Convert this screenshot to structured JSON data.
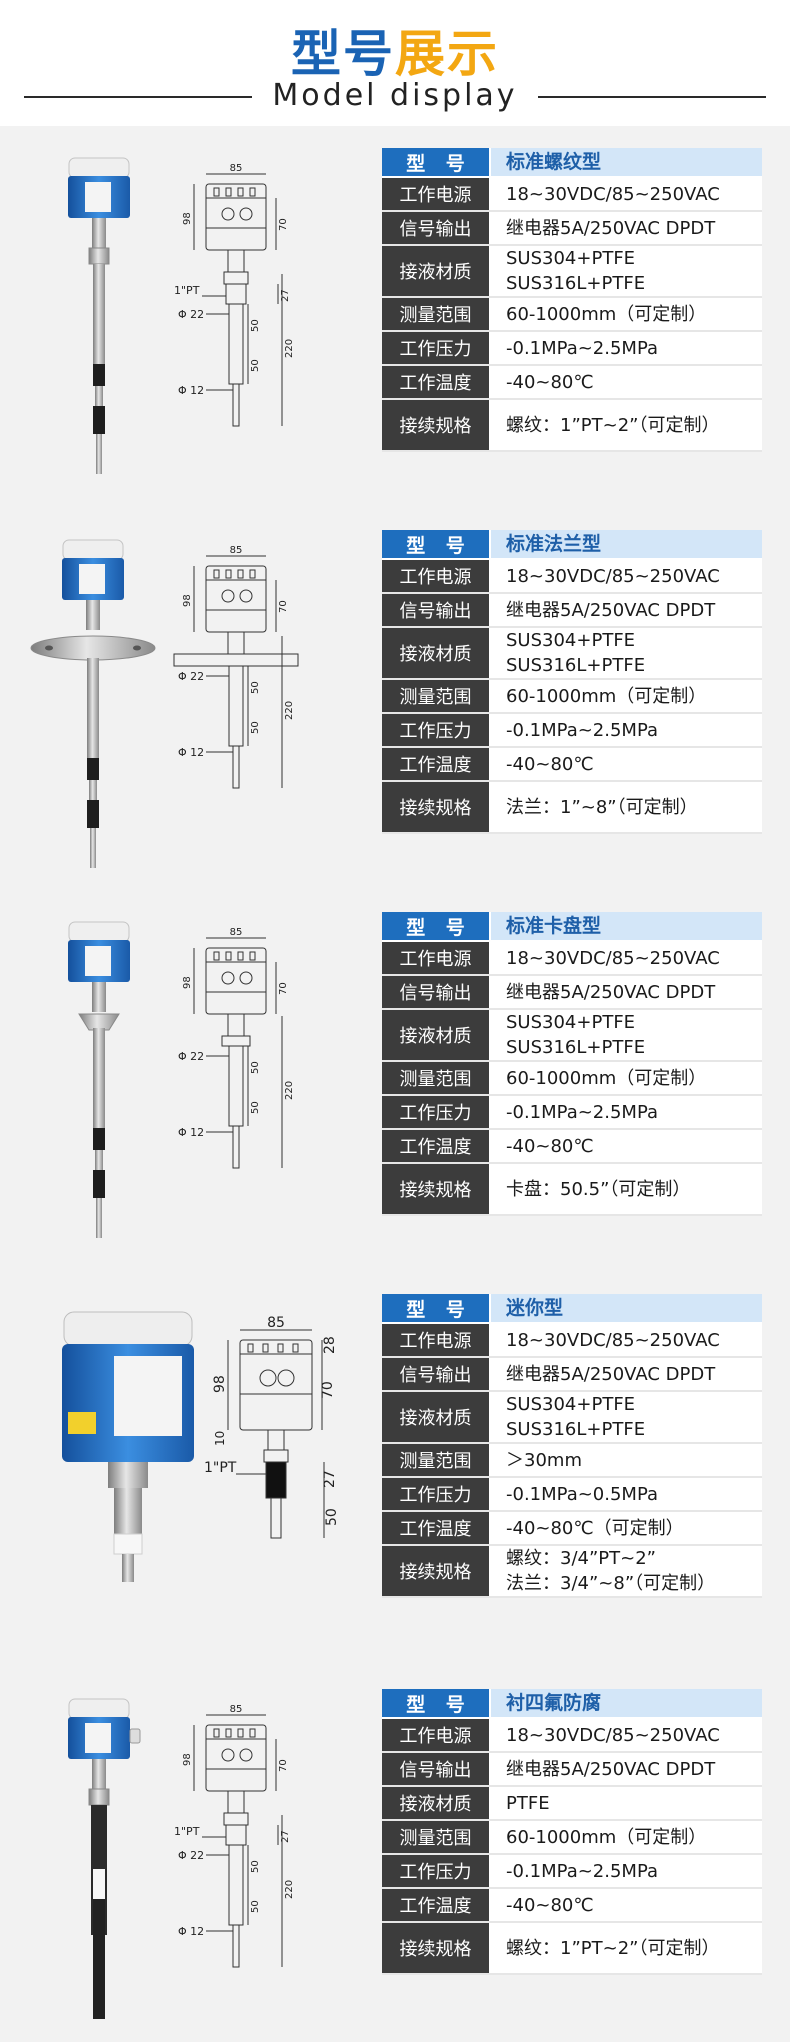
{
  "header": {
    "title_part1": "型号",
    "title_part2": "展示",
    "subtitle": "Model display"
  },
  "colors": {
    "title_blue": "#1a63b4",
    "title_orange": "#f3a712",
    "head_label_bg": "#1e6ebe",
    "head_value_bg": "#d3e6f8",
    "label_bg": "#3c3c3c",
    "section_bg": "#f2f2f2"
  },
  "drawing_labels": {
    "width": "85",
    "height_98": "98",
    "height_70": "70",
    "height_28": "28",
    "height_10": "10",
    "thread": "1\"PT",
    "dia_22": "Φ 22",
    "dia_12": "Φ 12",
    "dim_27": "27",
    "dim_50": "50",
    "dim_220": "220"
  },
  "models": [
    {
      "head_label": [
        "型",
        "号"
      ],
      "model_name": "标准螺纹型",
      "rows": [
        {
          "label": "工作电源",
          "value": [
            "18~30VDC/85~250VAC"
          ]
        },
        {
          "label": "信号输出",
          "value": [
            "继电器5A/250VAC DPDT"
          ]
        },
        {
          "label": "接液材质",
          "value": [
            "SUS304+PTFE",
            "SUS316L+PTFE"
          ]
        },
        {
          "label": "测量范围",
          "value": [
            "60-1000mm（可定制）"
          ]
        },
        {
          "label": "工作压力",
          "value": [
            "-0.1MPa~2.5MPa"
          ]
        },
        {
          "label": "工作温度",
          "value": [
            "-40~80℃"
          ]
        },
        {
          "label": "接续规格",
          "value": [
            "螺纹：1”PT~2”（可定制）"
          ]
        }
      ]
    },
    {
      "head_label": [
        "型",
        "号"
      ],
      "model_name": "标准法兰型",
      "rows": [
        {
          "label": "工作电源",
          "value": [
            "18~30VDC/85~250VAC"
          ]
        },
        {
          "label": "信号输出",
          "value": [
            "继电器5A/250VAC DPDT"
          ]
        },
        {
          "label": "接液材质",
          "value": [
            "SUS304+PTFE",
            "SUS316L+PTFE"
          ]
        },
        {
          "label": "测量范围",
          "value": [
            "60-1000mm（可定制）"
          ]
        },
        {
          "label": "工作压力",
          "value": [
            "-0.1MPa~2.5MPa"
          ]
        },
        {
          "label": "工作温度",
          "value": [
            "-40~80℃"
          ]
        },
        {
          "label": "接续规格",
          "value": [
            "法兰：1”~8”（可定制）"
          ]
        }
      ]
    },
    {
      "head_label": [
        "型",
        "号"
      ],
      "model_name": "标准卡盘型",
      "rows": [
        {
          "label": "工作电源",
          "value": [
            "18~30VDC/85~250VAC"
          ]
        },
        {
          "label": "信号输出",
          "value": [
            "继电器5A/250VAC DPDT"
          ]
        },
        {
          "label": "接液材质",
          "value": [
            "SUS304+PTFE",
            "SUS316L+PTFE"
          ]
        },
        {
          "label": "测量范围",
          "value": [
            "60-1000mm（可定制）"
          ]
        },
        {
          "label": "工作压力",
          "value": [
            "-0.1MPa~2.5MPa"
          ]
        },
        {
          "label": "工作温度",
          "value": [
            "-40~80℃"
          ]
        },
        {
          "label": "接续规格",
          "value": [
            "卡盘：50.5”（可定制）"
          ]
        }
      ]
    },
    {
      "head_label": [
        "型",
        "号"
      ],
      "model_name": "迷你型",
      "rows": [
        {
          "label": "工作电源",
          "value": [
            "18~30VDC/85~250VAC"
          ]
        },
        {
          "label": "信号输出",
          "value": [
            "继电器5A/250VAC DPDT"
          ]
        },
        {
          "label": "接液材质",
          "value": [
            "SUS304+PTFE",
            "SUS316L+PTFE"
          ]
        },
        {
          "label": "测量范围",
          "value": [
            "＞30mm"
          ]
        },
        {
          "label": "工作压力",
          "value": [
            "-0.1MPa~0.5MPa"
          ]
        },
        {
          "label": "工作温度",
          "value": [
            "-40~80℃（可定制）"
          ]
        },
        {
          "label": "接续规格",
          "value": [
            "螺纹：3/4”PT~2”",
            "法兰：3/4”~8”（可定制）"
          ]
        }
      ]
    },
    {
      "head_label": [
        "型",
        "号"
      ],
      "model_name": "衬四氟防腐",
      "rows": [
        {
          "label": "工作电源",
          "value": [
            "18~30VDC/85~250VAC"
          ]
        },
        {
          "label": "信号输出",
          "value": [
            "继电器5A/250VAC DPDT"
          ]
        },
        {
          "label": "接液材质",
          "value": [
            "PTFE"
          ]
        },
        {
          "label": "测量范围",
          "value": [
            "60-1000mm（可定制）"
          ]
        },
        {
          "label": "工作压力",
          "value": [
            "-0.1MPa~2.5MPa"
          ]
        },
        {
          "label": "工作温度",
          "value": [
            "-40~80℃"
          ]
        },
        {
          "label": "接续规格",
          "value": [
            "螺纹：1”PT~2”（可定制）"
          ]
        }
      ]
    }
  ]
}
